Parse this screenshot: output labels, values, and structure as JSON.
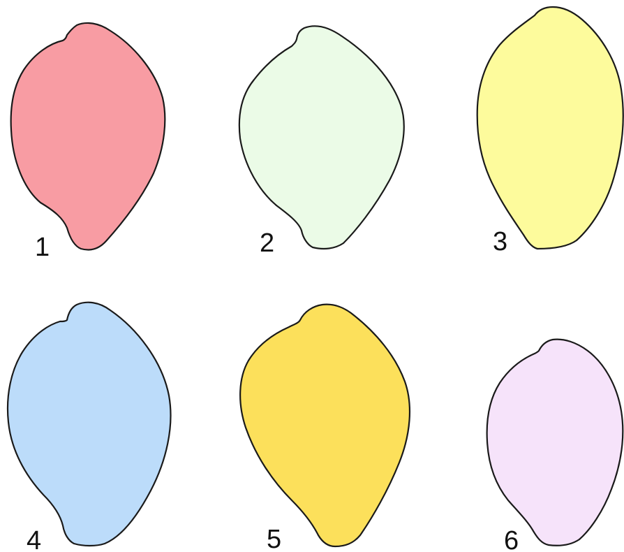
{
  "petals": [
    {
      "label": "1",
      "color": "#f89ca3"
    },
    {
      "label": "2",
      "color": "#ebfbe7"
    },
    {
      "label": "3",
      "color": "#fdfb9c"
    },
    {
      "label": "4",
      "color": "#bcdcfa"
    },
    {
      "label": "5",
      "color": "#fce05b"
    },
    {
      "label": "6",
      "color": "#f6e3fa"
    }
  ]
}
